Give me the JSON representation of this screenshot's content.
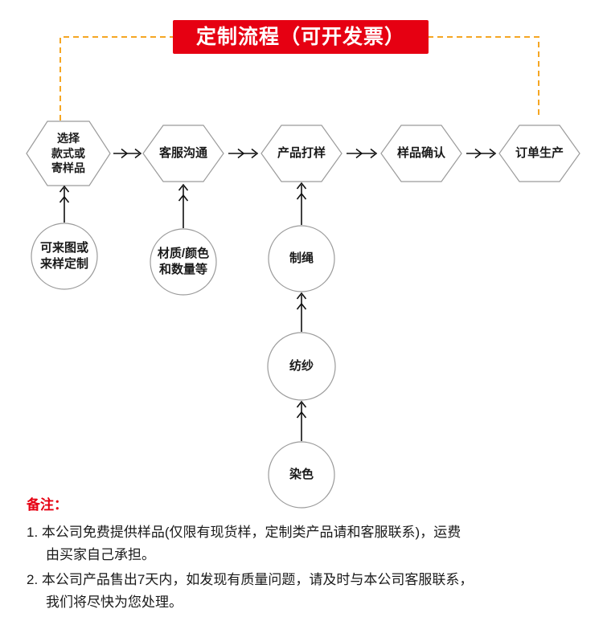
{
  "banner": {
    "title": "定制流程（可开发票）"
  },
  "flow": {
    "hexagons": [
      {
        "label": "选择\n款式或\n寄样品"
      },
      {
        "label": "客服沟通"
      },
      {
        "label": "产品打样"
      },
      {
        "label": "样品确认"
      },
      {
        "label": "订单生产"
      }
    ],
    "circles": [
      {
        "label": "可来图或\n来样定制"
      },
      {
        "label": "材质/颜色\n和数量等"
      },
      {
        "label": "制绳"
      },
      {
        "label": "纺纱"
      },
      {
        "label": "染色"
      }
    ]
  },
  "notes": {
    "title": "备注：",
    "items": [
      {
        "text": "1. 本公司免费提供样品(仅限有现货样，定制类产品请和客服联系)，运费\n由买家自己承担。"
      },
      {
        "text": "2. 本公司产品售出7天内，如发现有质量问题，请及时与本公司客服联系，\n我们将尽快为您处理。"
      }
    ]
  },
  "colors": {
    "accent_red": "#e60012",
    "dashed_connector": "#f5a623",
    "shape_stroke": "#9b9b9b",
    "arrow": "#111111"
  }
}
